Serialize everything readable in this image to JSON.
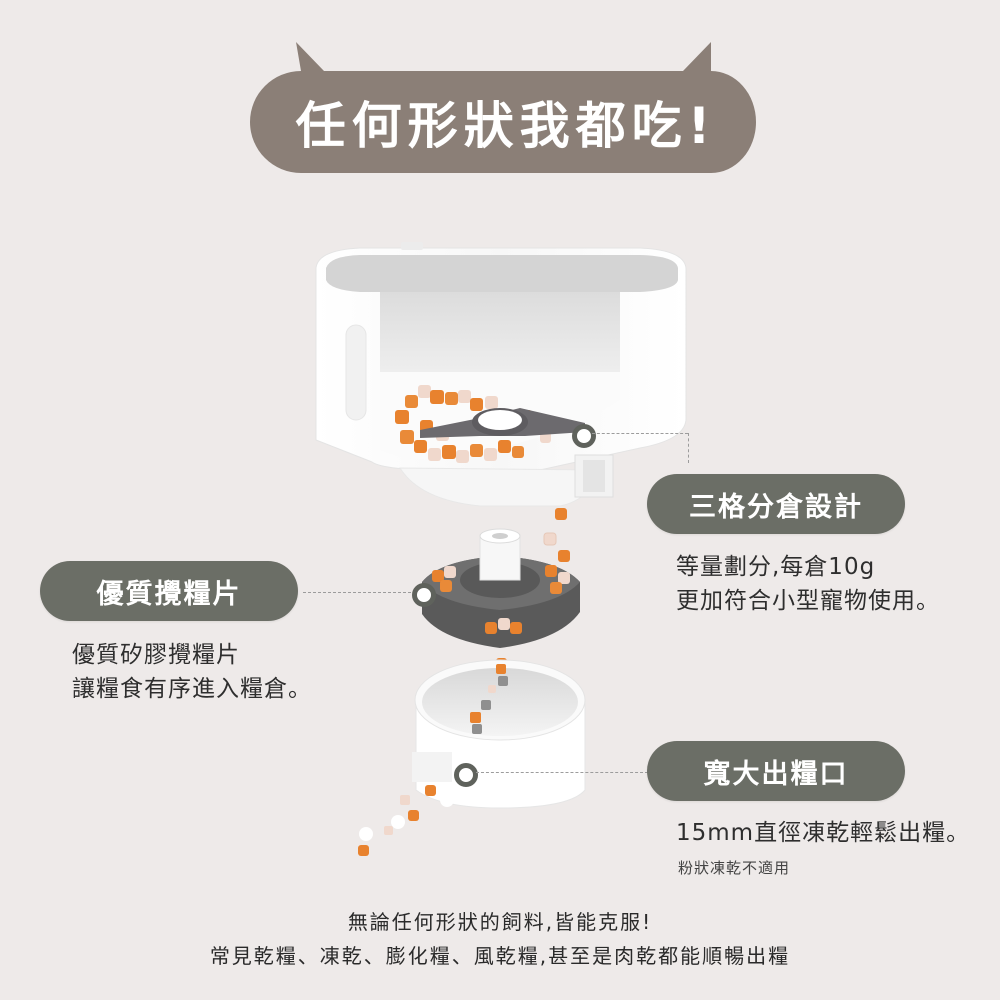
{
  "title": {
    "text": "任何形狀我都吃!"
  },
  "colors": {
    "background": "#eeeae9",
    "title_bubble": "#8b7f77",
    "pill": "#6b6e66",
    "kibble_orange": "#e8822e",
    "kibble_freeze_dried": "#f0d8cc",
    "agitator_gray": "#6c6a6e"
  },
  "features": [
    {
      "label": "三格分倉設計",
      "lines": [
        "等量劃分,每倉10g",
        "更加符合小型寵物使用。"
      ]
    },
    {
      "label": "優質攪糧片",
      "lines": [
        "優質矽膠攪糧片",
        "讓糧食有序進入糧倉。"
      ]
    },
    {
      "label": "寬大出糧口",
      "lines": [
        "15mm直徑凍乾輕鬆出糧。"
      ],
      "note": "粉狀凍乾不適用"
    }
  ],
  "footer": {
    "line1": "無論任何形狀的飼料,皆能克服!",
    "line2": "常見乾糧、凍乾、膨化糧、風乾糧,甚至是肉乾都能順暢出糧"
  },
  "illustration": {
    "parts": [
      "food-hopper",
      "agitator-blade",
      "three-compartment-rotor",
      "outlet-chute"
    ]
  }
}
